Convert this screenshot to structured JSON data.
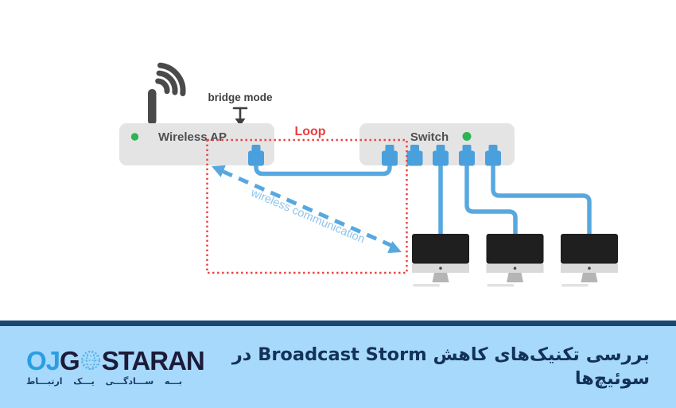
{
  "diagram": {
    "bridge_mode_label": "bridge mode",
    "wireless_ap_label": "Wireless AP",
    "switch_label": "Switch",
    "loop_label": "Loop",
    "wireless_comm_label": "wireless communication"
  },
  "footer": {
    "logo": {
      "oj": "OJ",
      "g": "G",
      "staran": "STARAN",
      "tagline_words": [
        "بـــه",
        "ســـادگـــی",
        "یـــک",
        "ارتبـــاط"
      ]
    },
    "title": "بررسی تکنیک‌های کاهش Broadcast Storm در سوئیچ‌ها"
  },
  "colors": {
    "device_box": "#e4e4e4",
    "device_text": "#4f4f4f",
    "led_green": "#2db453",
    "port_blue": "#4aa0dc",
    "cable_blue": "#58a8e0",
    "loop_red": "#ee3c3c",
    "wireless_text_blue": "#8ec5ec",
    "footer_navy": "#164a72",
    "footer_blue": "#a7d9fd",
    "logo_blue": "#2b9de3",
    "logo_dark": "#1c1b38",
    "title_navy": "#143259"
  }
}
